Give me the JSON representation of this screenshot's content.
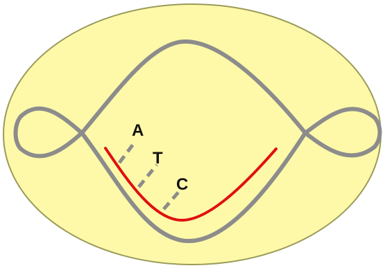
{
  "colors": {
    "background": "#ffffff",
    "cell_fill": "#fdf9a8",
    "cell_outline": "#9a9a5a",
    "dna_strand": "#8c8c8c",
    "rna_strand": "#e01010",
    "base_pair_dash": "#8c8c8c"
  },
  "diagram": {
    "bases": [
      "A",
      "T",
      "C"
    ]
  }
}
